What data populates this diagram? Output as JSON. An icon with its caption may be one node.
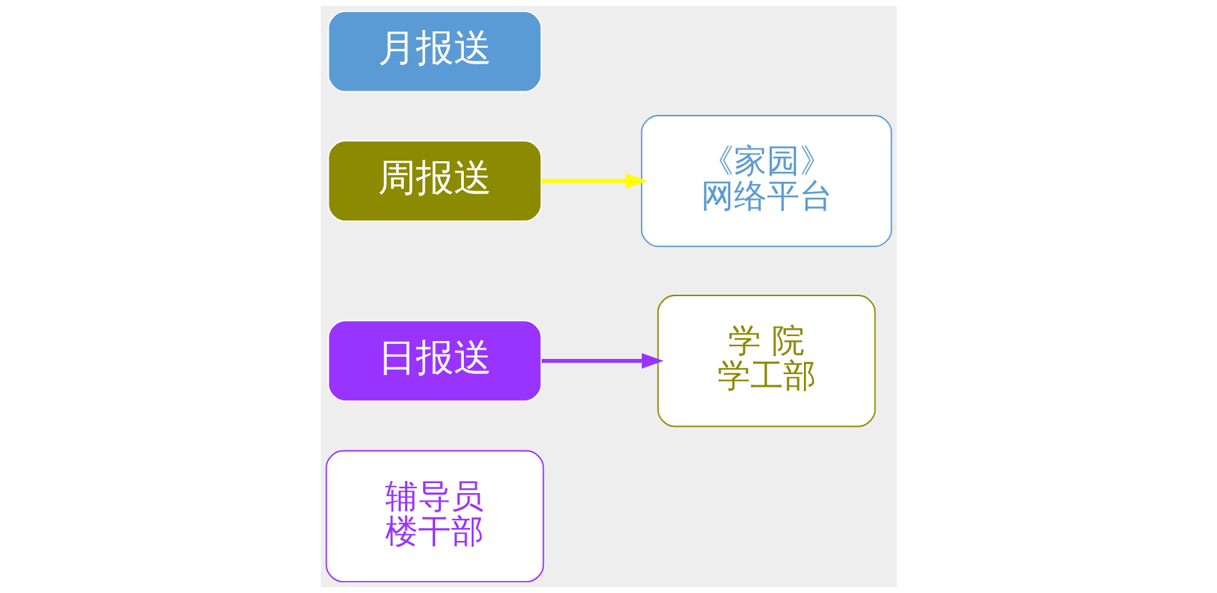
{
  "diagram": {
    "nodes": [
      {
        "text": [
          "辅导员",
          "楼干部"
        ]
      },
      {
        "text": [
          "日报送"
        ]
      },
      {
        "text": [
          "学 院",
          "学工部"
        ]
      },
      {
        "text": [
          "周报送"
        ]
      },
      {
        "text": [
          "《家园》",
          "网络平台"
        ]
      },
      {
        "text": [
          "月报送"
        ]
      }
    ],
    "edges": [
      {
        "from": 1,
        "to": 2,
        "arrow": "to",
        "color": "#9933ff"
      },
      {
        "from": 3,
        "to": 4,
        "arrow": "to",
        "color": "#ffff00"
      }
    ]
  }
}
